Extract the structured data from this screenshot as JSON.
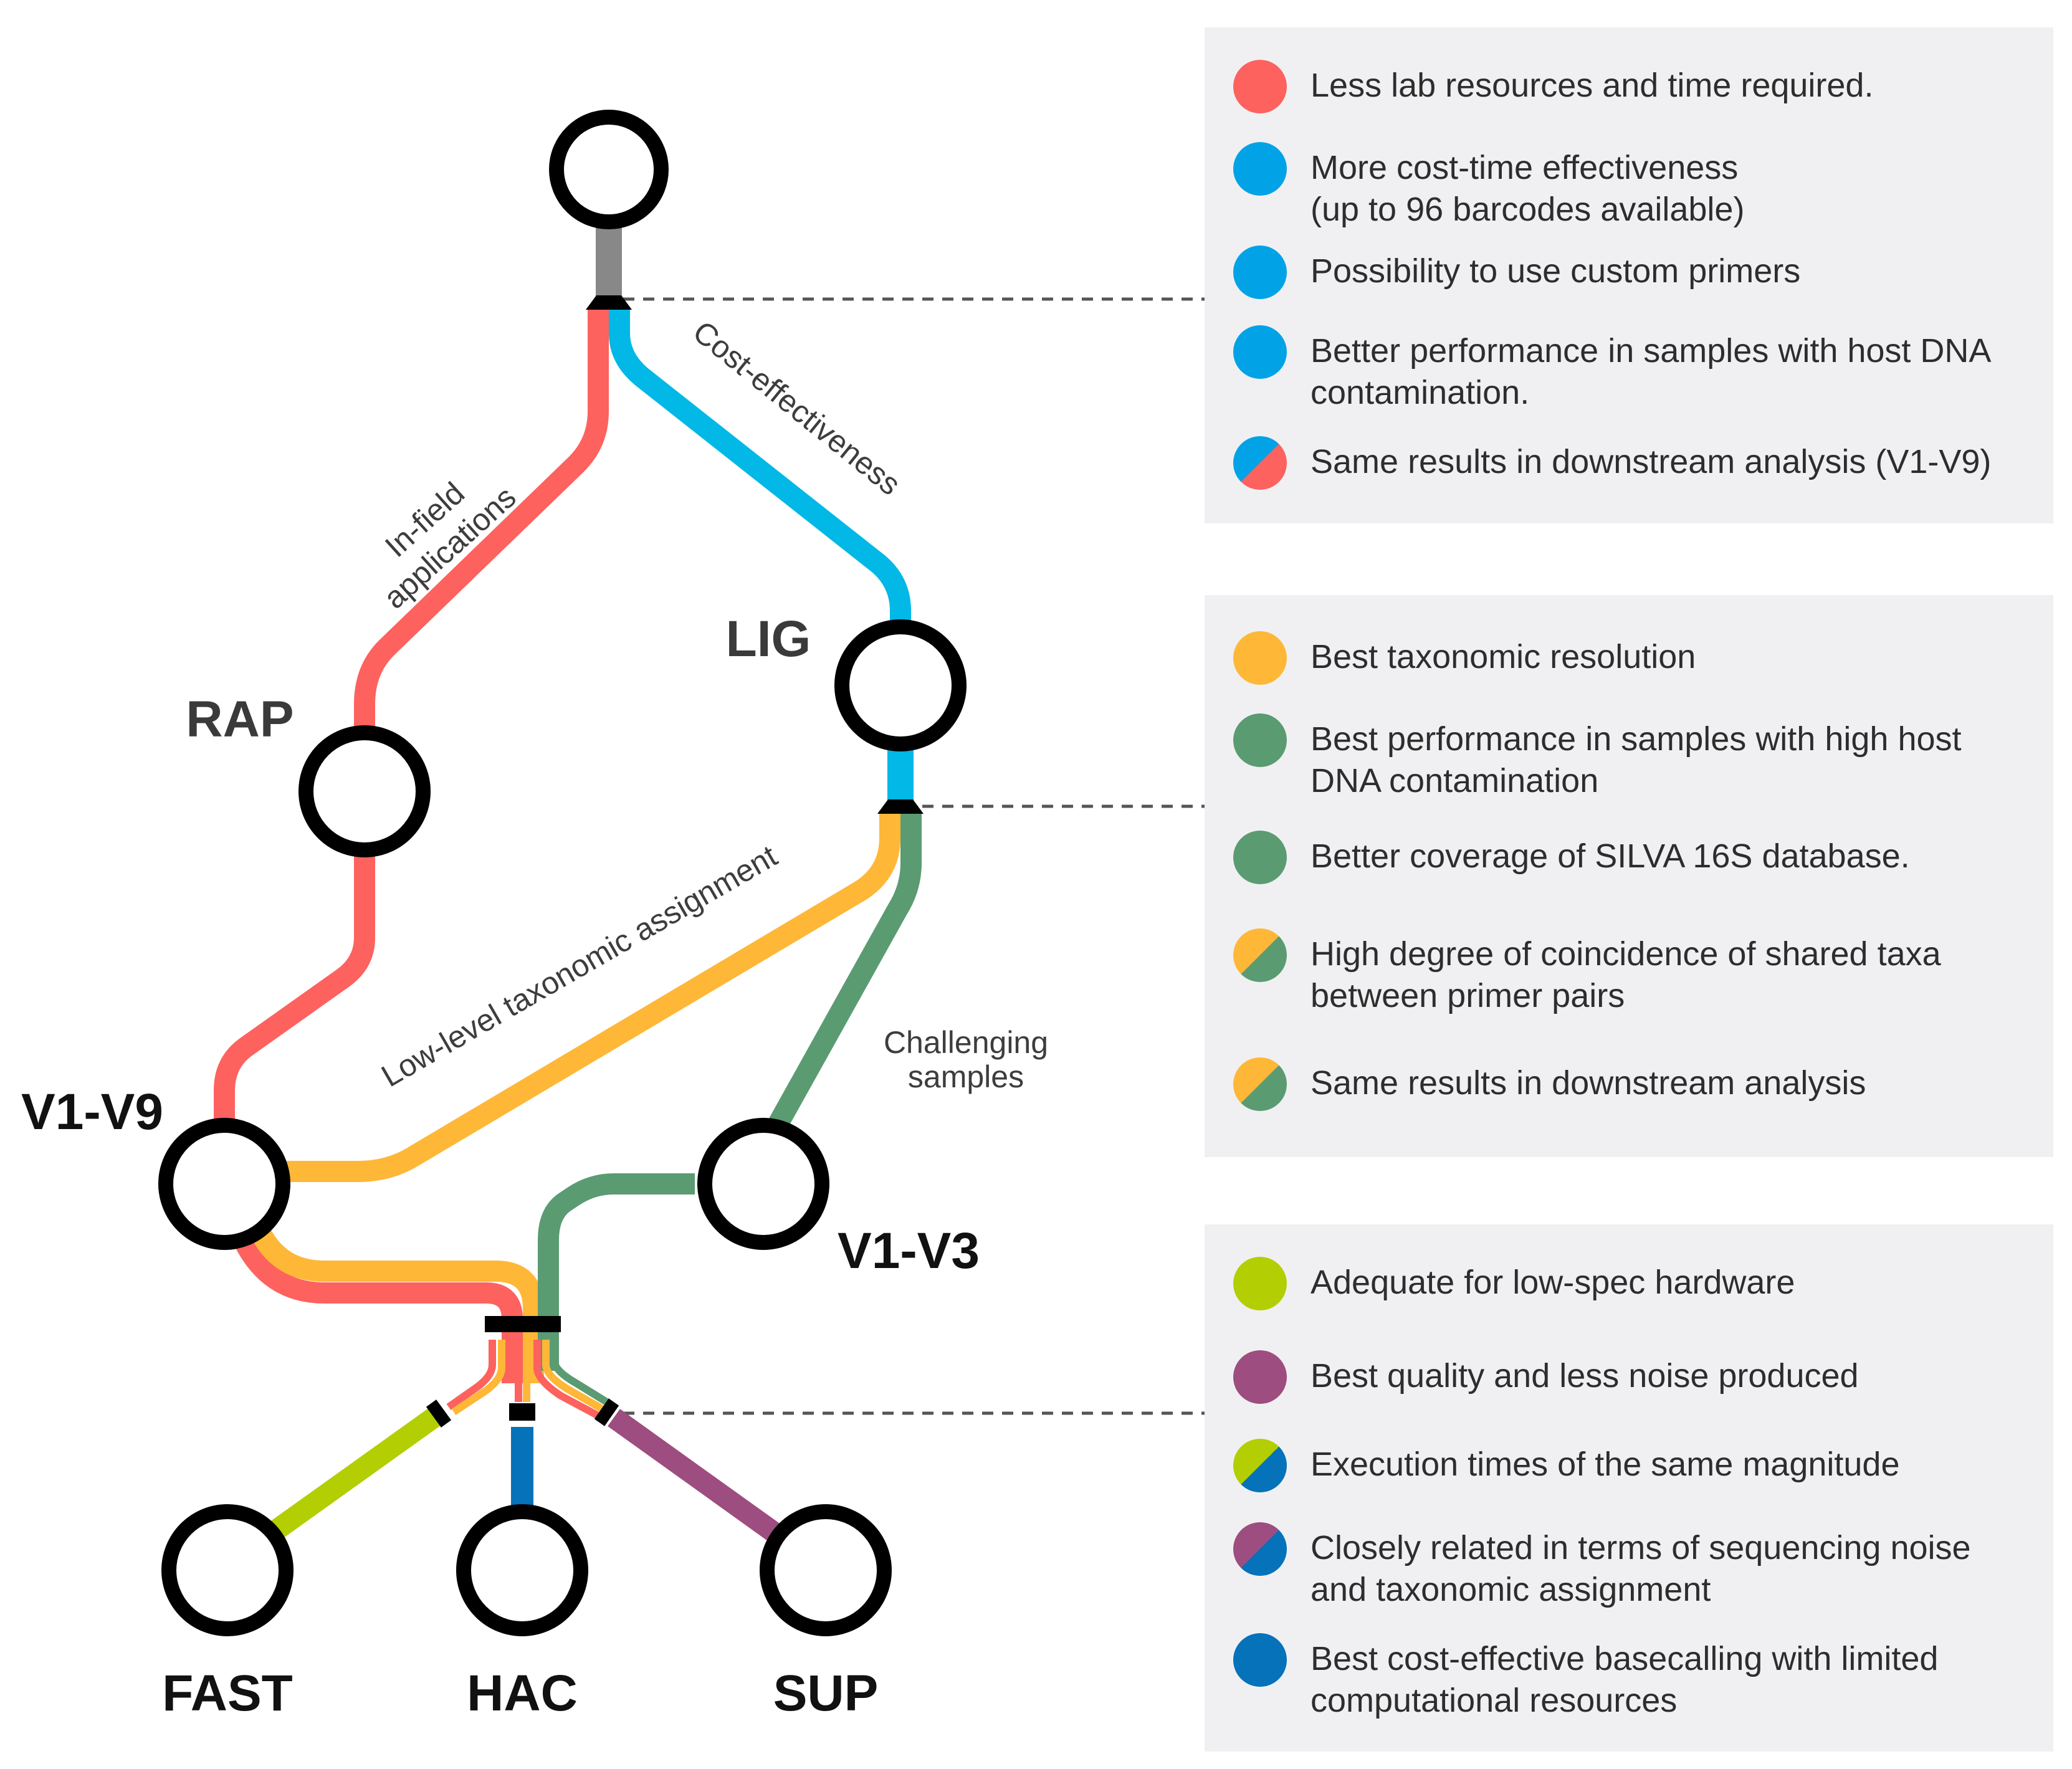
{
  "colors": {
    "red": "#fd625e",
    "cyan": "#01b8e6",
    "orange": "#feb737",
    "green": "#5b9b72",
    "lime": "#b3ce03",
    "blue": "#0572ba",
    "purple": "#9d4d7f",
    "gray": "#888888",
    "panel": "#f0f0f2"
  },
  "nodes": {
    "rap": "RAP",
    "lig": "LIG",
    "v1v9": "V1-V9",
    "v1v3": "V1-V3",
    "fast": "FAST",
    "hac": "HAC",
    "sup": "SUP"
  },
  "routes": {
    "infield_line1": "In-field",
    "infield_line2": "applications",
    "cost": "Cost-effectiveness",
    "lowlevel": "Low-level taxonomic assignment",
    "challenging_line1": "Challenging",
    "challenging_line2": "samples"
  },
  "panels": [
    {
      "items": [
        {
          "text": "Less lab resources and time required.",
          "colors": [
            "#fd625e"
          ]
        },
        {
          "text": "More cost-time effectiveness\n(up to 96 barcodes available)",
          "colors": [
            "#01a3e6"
          ]
        },
        {
          "text": "Possibility to use custom primers",
          "colors": [
            "#01a3e6"
          ]
        },
        {
          "text": "Better performance in samples with host DNA\ncontamination.",
          "colors": [
            "#01a3e6"
          ]
        },
        {
          "text": "Same results in downstream analysis (V1-V9)",
          "colors": [
            "#01a3e6",
            "#fd625e"
          ]
        }
      ]
    },
    {
      "items": [
        {
          "text": "Best taxonomic resolution",
          "colors": [
            "#feb737"
          ]
        },
        {
          "text": "Best performance in samples with high host\nDNA contamination",
          "colors": [
            "#5b9b72"
          ]
        },
        {
          "text": "Better coverage of SILVA 16S database.",
          "colors": [
            "#5b9b72"
          ]
        },
        {
          "text": "High degree of coincidence of shared taxa\nbetween primer pairs",
          "colors": [
            "#feb737",
            "#5b9b72"
          ]
        },
        {
          "text": "Same results in downstream analysis",
          "colors": [
            "#feb737",
            "#5b9b72"
          ]
        }
      ]
    },
    {
      "items": [
        {
          "text": "Adequate for low-spec hardware",
          "colors": [
            "#b3ce03"
          ]
        },
        {
          "text": "Best quality and less noise produced",
          "colors": [
            "#9d4d7f"
          ]
        },
        {
          "text": "Execution times of the same magnitude",
          "colors": [
            "#b3ce03",
            "#0572ba"
          ]
        },
        {
          "text": "Closely related in terms of sequencing noise\nand taxonomic assignment",
          "colors": [
            "#9d4d7f",
            "#0572ba"
          ]
        },
        {
          "text": "Best cost-effective basecalling with limited\ncomputational resources",
          "colors": [
            "#0572ba"
          ]
        }
      ]
    }
  ]
}
